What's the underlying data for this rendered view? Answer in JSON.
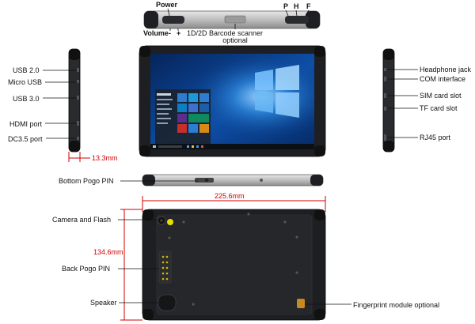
{
  "top_view": {
    "power": "Power",
    "volume": "Volume",
    "volume_minus": "-",
    "volume_plus": "+",
    "barcode_line1": "1D/2D Barcode scanner",
    "barcode_line2": "optional",
    "key_p": "P",
    "key_h": "H",
    "key_f": "F"
  },
  "left_side": {
    "usb2": "USB 2.0",
    "micro_usb": "Micro USB",
    "usb3": "USB 3.0",
    "hdmi": "HDMI port",
    "dc": "DC3.5 port"
  },
  "right_side": {
    "headphone": "Headphone jack",
    "com": "COM interface",
    "sim": "SIM card slot",
    "tf": "TF card slot",
    "rj45": "RJ45 port"
  },
  "bottom_view": {
    "pogo": "Bottom Pogo PIN"
  },
  "back_view": {
    "camera": "Camera and Flash",
    "back_pogo": "Back Pogo PIN",
    "speaker": "Speaker",
    "fingerprint": "Fingerprint module optional"
  },
  "dimensions": {
    "thickness": "13.3mm",
    "width": "225.6mm",
    "height": "134.6mm"
  },
  "colors": {
    "dimension": "#d10000",
    "housing": "#1e1f22",
    "screen_blue": "#0b3f8a",
    "flash": "#e4e000"
  }
}
